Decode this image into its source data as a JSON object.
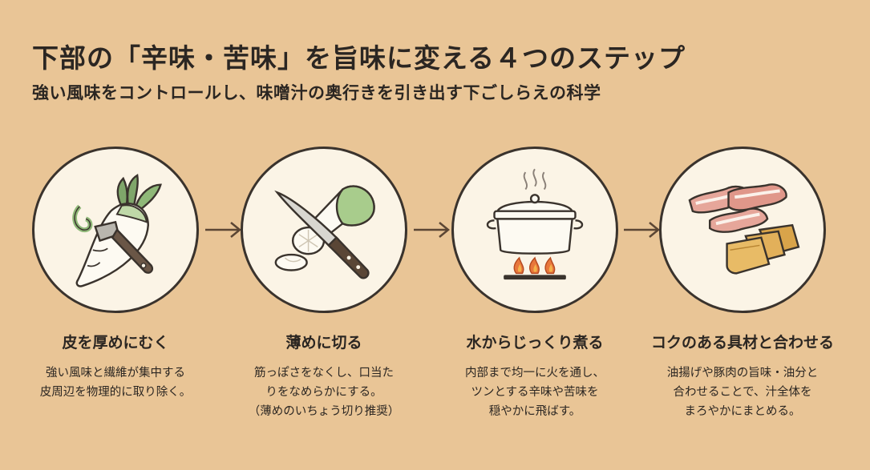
{
  "header": {
    "title": "下部の「辛味・苦味」を旨味に変える４つのステップ",
    "subtitle": "強い風味をコントロールし、味噌汁の奥行きを引き出す下ごしらえの科学"
  },
  "steps": [
    {
      "title": "皮を厚めにむく",
      "lines": [
        "強い風味と繊維が集中する",
        "皮周辺を物理的に取り除く。"
      ],
      "icon": "daikon-peeler-icon"
    },
    {
      "title": "薄めに切る",
      "lines": [
        "筋っぽさをなくし、口当た",
        "りをなめらかにする。",
        "（薄めのいちょう切り推奨）"
      ],
      "icon": "knife-slicing-icon"
    },
    {
      "title": "水からじっくり煮る",
      "lines": [
        "内部まで均一に火を通し、",
        "ツンとする辛味や苦味を",
        "穏やかに飛ばす。"
      ],
      "icon": "pot-on-stove-icon"
    },
    {
      "title": "コクのある具材と合わせる",
      "lines": [
        "油揚げや豚肉の旨味・油分と",
        "合わせることで、汁全体を",
        "まろやかにまとめる。"
      ],
      "icon": "pork-and-fried-tofu-icon"
    }
  ],
  "colors": {
    "background": "#e9c596",
    "circle_fill": "#fbf4e6",
    "outline": "#3a332d",
    "text": "#2b2622",
    "arrow": "#5b4634"
  }
}
